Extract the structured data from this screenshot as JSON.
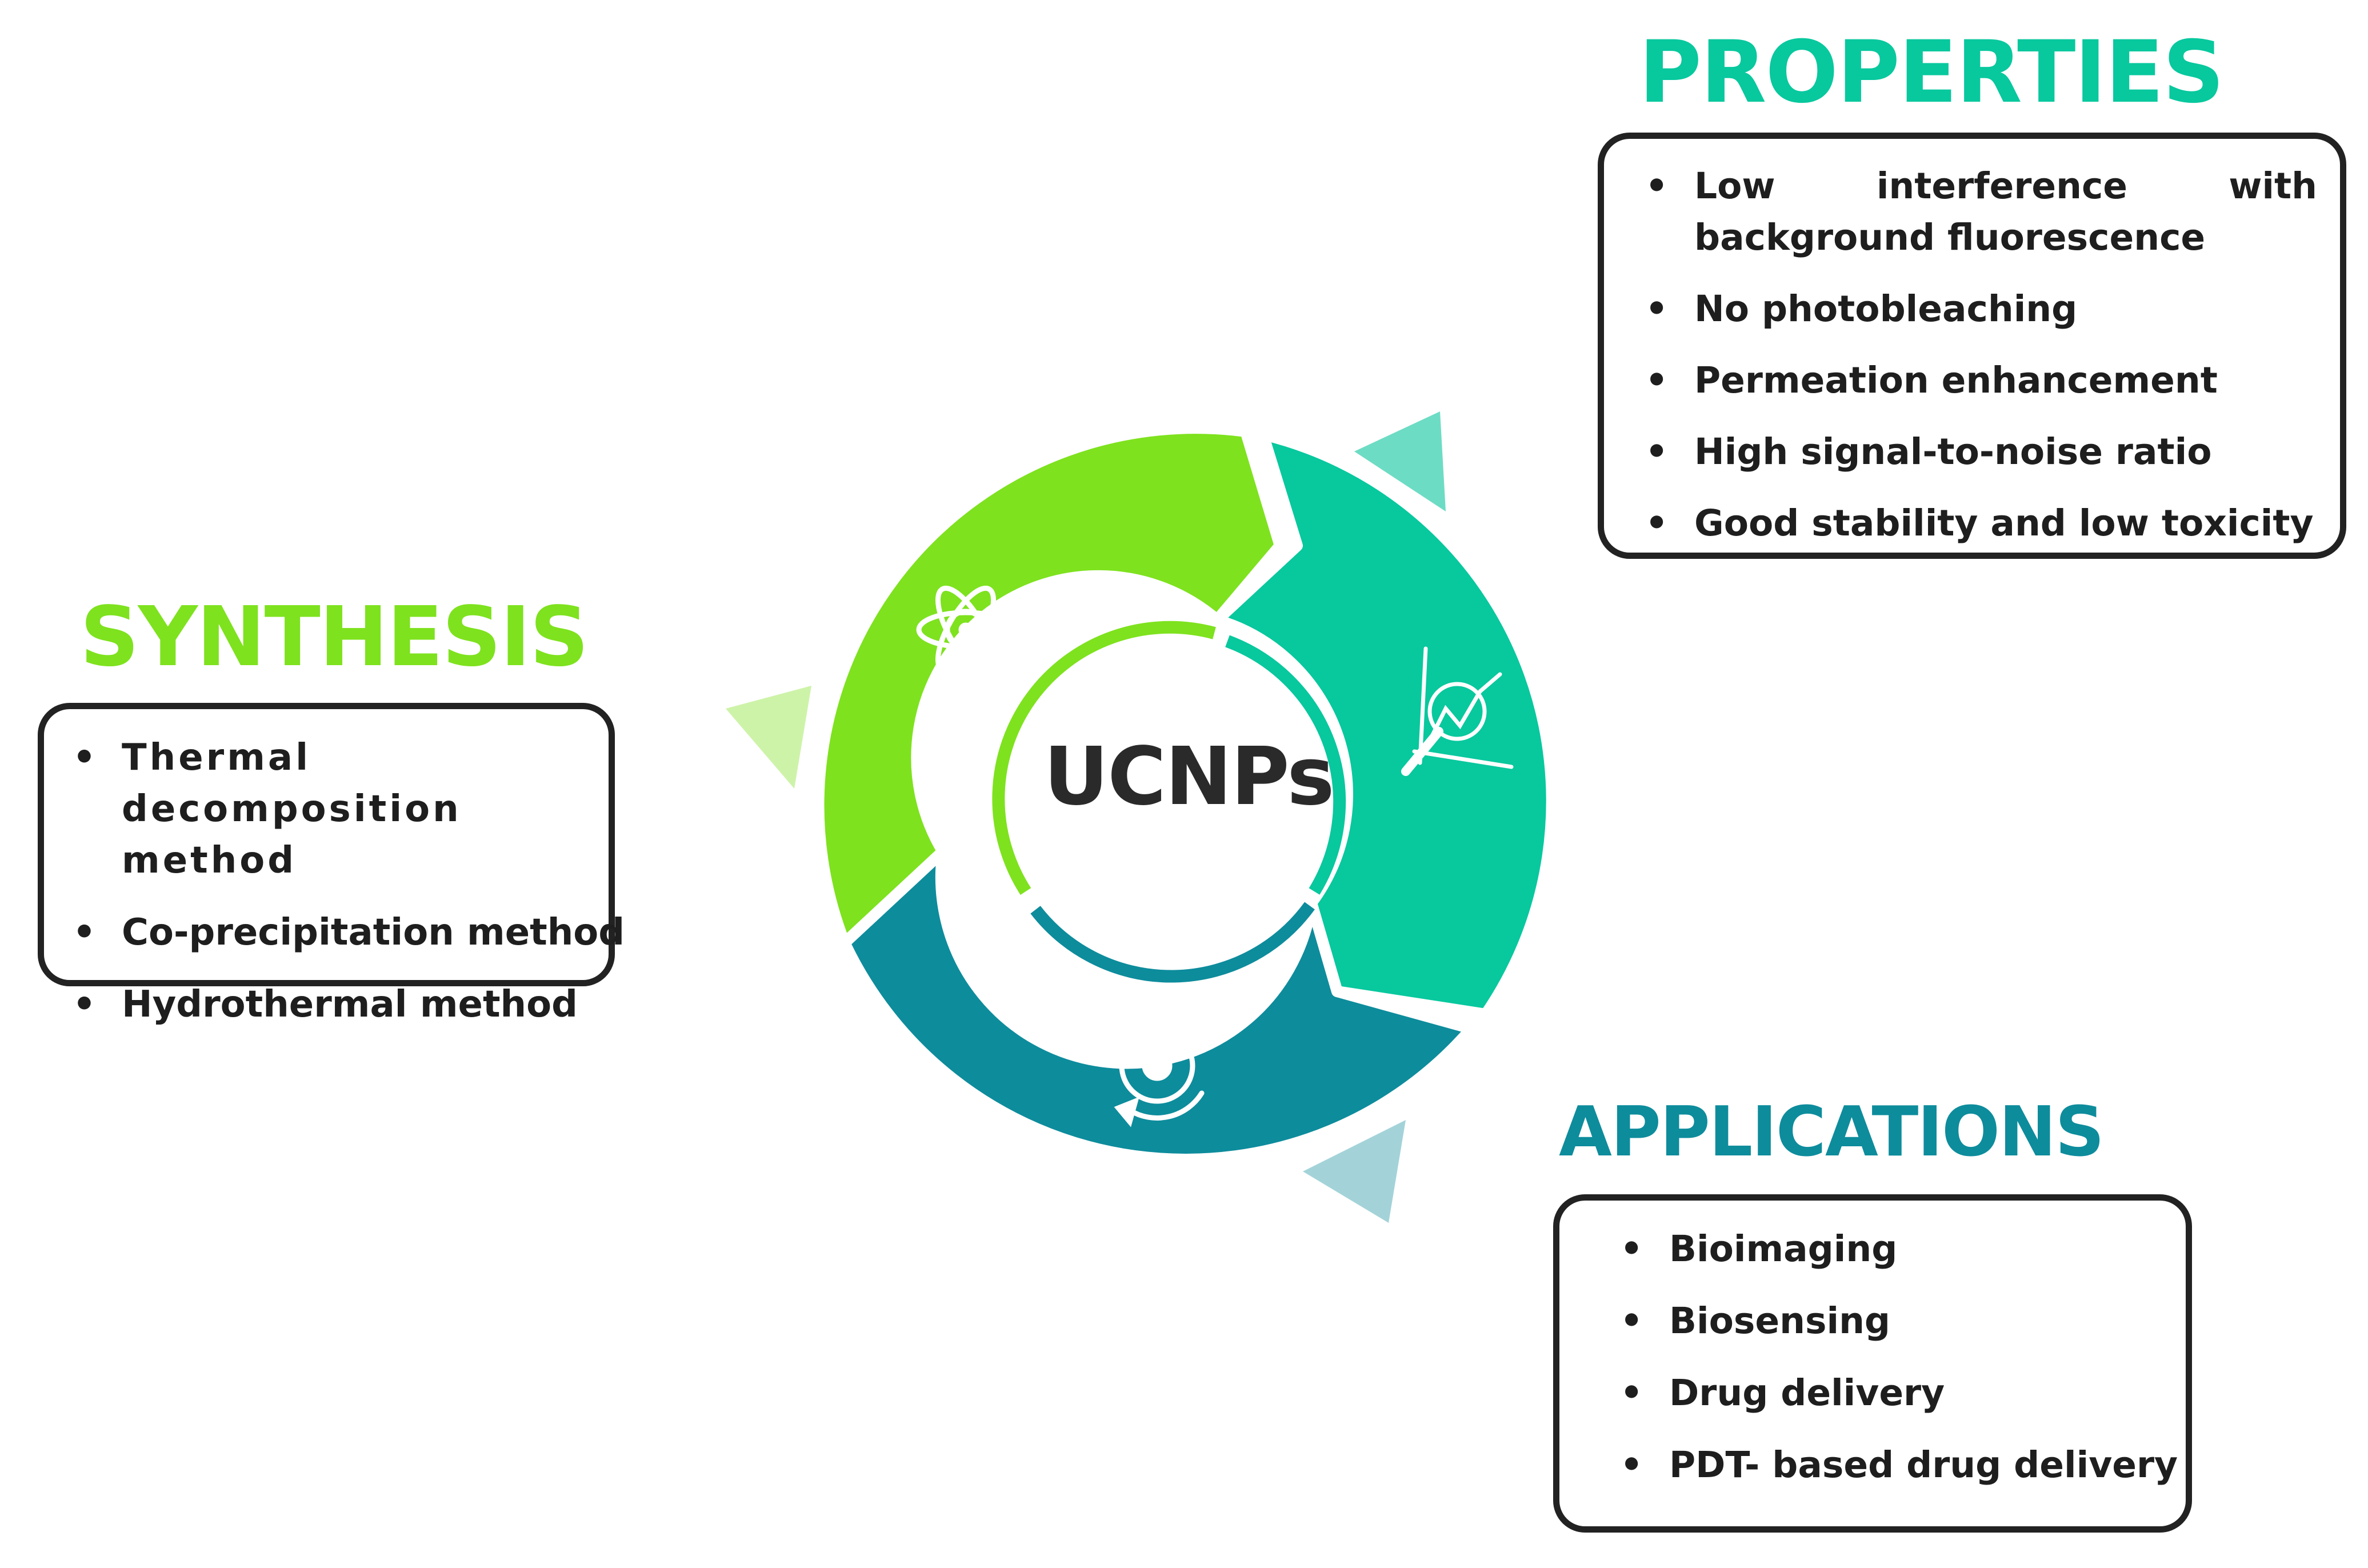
{
  "center": {
    "label": "UCNPs"
  },
  "synthesis": {
    "heading": "SYNTHESIS",
    "items": [
      "Thermal decomposition method",
      "Co-precipitation method",
      "Hydrothermal method"
    ]
  },
  "properties": {
    "heading": "PROPERTIES",
    "items": [
      "Low interference with background fluorescence",
      "No photobleaching",
      "Permeation enhancement",
      "High signal-to-noise ratio",
      "Good stability and low toxicity"
    ]
  },
  "applications": {
    "heading": "APPLICATIONS",
    "items": [
      "Bioimaging",
      "Biosensing",
      "Drug delivery",
      "PDT- based drug delivery"
    ]
  },
  "colors": {
    "synthesis": "#7ee21e",
    "properties": "#08c89e",
    "applications": "#0d8c9c",
    "synthesis_arrow": "#cdf3a8",
    "properties_arrow": "#6ddcc4",
    "applications_arrow": "#a3d3d9",
    "outline": "#222222"
  },
  "icons": {
    "synthesis": "atom-magnifier-icon",
    "properties": "chart-magnifier-icon",
    "applications": "gear-cycle-icon"
  }
}
